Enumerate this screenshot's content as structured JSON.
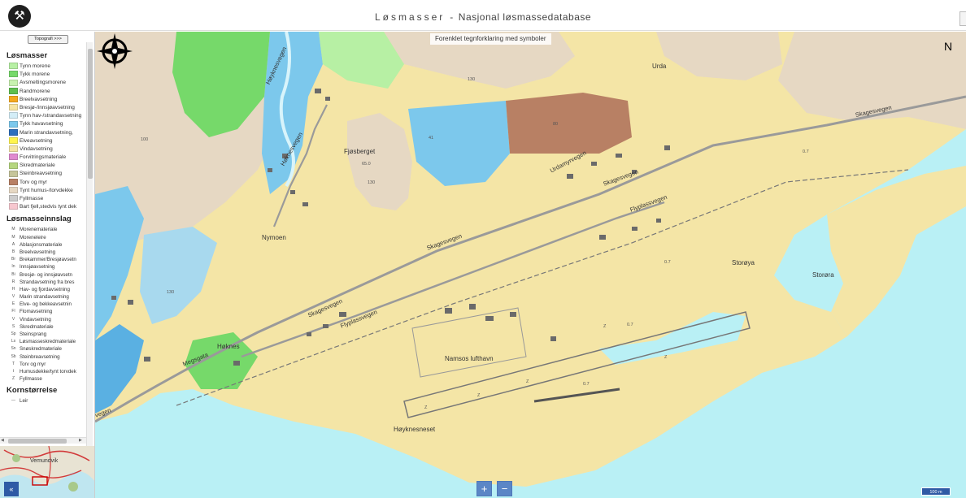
{
  "header": {
    "logo_glyph": "⚒",
    "title_main": "Løsmasser",
    "title_separator": "-",
    "title_sub": "Nasjonal løsmassedatabase"
  },
  "panel": {
    "toggle_button": "Topografi >>>",
    "sections": {
      "losmasser": "Løsmasser",
      "innslag": "Løsmasseinnslag",
      "kornstorrelse": "Kornstørrelse"
    },
    "losmasser_items": [
      {
        "label": "Tynn morene",
        "color": "#b7f0a4"
      },
      {
        "label": "Tykk morene",
        "color": "#76d96a"
      },
      {
        "label": "Avsmeltingsmorene",
        "color": "#c8f2b0"
      },
      {
        "label": "Randmorene",
        "color": "#5fbf4f"
      },
      {
        "label": "Breelvavsetning",
        "color": "#f5a81e"
      },
      {
        "label": "Bresjø-/innsjøavsetning",
        "color": "#f7e4a0"
      },
      {
        "label": "Tynn hav-/strandavsetning",
        "color": "#d3edf7"
      },
      {
        "label": "Tykk havavsetning",
        "color": "#7cc8ec"
      },
      {
        "label": "Marin strandavsetning,",
        "color": "#2d6fbe"
      },
      {
        "label": "Elveavsetning",
        "color": "#fff44c"
      },
      {
        "label": "Vindavsetning",
        "color": "#f4e5a6"
      },
      {
        "label": "Forvitringsmateriale",
        "color": "#e08ad0"
      },
      {
        "label": "Skredmateriale",
        "color": "#b5d67e"
      },
      {
        "label": "Steinbreavsetning",
        "color": "#c6c59a"
      },
      {
        "label": "Torv og myr",
        "color": "#b88064"
      },
      {
        "label": "Tynt humus-/torvdekke",
        "color": "#e6d8c3"
      },
      {
        "label": "Fyllmasse",
        "color": "#cccccc"
      },
      {
        "label": "Bart fjell,stedvis tynt dek",
        "color": "#f7c7cf"
      }
    ],
    "innslag_items": [
      {
        "symbol": "M",
        "label": "Morenemateriale"
      },
      {
        "symbol": "M",
        "label": "Moreneleire"
      },
      {
        "symbol": "A",
        "label": "Ablasjonsmateriale"
      },
      {
        "symbol": "B",
        "label": "Breelvavsetning"
      },
      {
        "symbol": "Br",
        "label": "Brekammer/Bresjøavsetn"
      },
      {
        "symbol": "In",
        "label": "Innsjøavsetning"
      },
      {
        "symbol": "Bi",
        "label": "Bresjø- og innsjøavsetn"
      },
      {
        "symbol": "R",
        "label": "Strandavsetning fra bres"
      },
      {
        "symbol": "H",
        "label": "Hav- og fjordavsetning"
      },
      {
        "symbol": "V",
        "label": "Marin strandavsetning"
      },
      {
        "symbol": "E",
        "label": "Elve- og bekkeavsetnin"
      },
      {
        "symbol": "Fl",
        "label": "Flomavsetning"
      },
      {
        "symbol": "V",
        "label": "Vindavsetning"
      },
      {
        "symbol": "S",
        "label": "Skredmateriale"
      },
      {
        "symbol": "Sp",
        "label": "Steinsprang"
      },
      {
        "symbol": "Ls",
        "label": "Løsmasseskredmateriale"
      },
      {
        "symbol": "Sn",
        "label": "Snøskredmateriale"
      },
      {
        "symbol": "Sb",
        "label": "Steinbreavsetning"
      },
      {
        "symbol": "T",
        "label": "Torv og myr"
      },
      {
        "symbol": "t",
        "label": "Humusdekke/tynt torvdek"
      },
      {
        "symbol": "Z",
        "label": "Fyllmasse"
      }
    ],
    "korn_items": [
      {
        "symbol": "—",
        "label": "Leir"
      }
    ],
    "overview_label": "Vemundvik",
    "overview_button": "«"
  },
  "map": {
    "legend_link": "Forenklet tegnforklaring med symboler",
    "north_label": "N",
    "zoom_in": "+",
    "zoom_out": "−",
    "scale_label": "100 m",
    "places": [
      {
        "label": "Fjøsberget"
      },
      {
        "label": "Nymoen"
      },
      {
        "label": "Urda"
      },
      {
        "label": "Høknes"
      },
      {
        "label": "Namsos lufthavn"
      },
      {
        "label": "Høyknesneset"
      },
      {
        "label": "Storøya"
      },
      {
        "label": "Storøra"
      }
    ],
    "roads": [
      {
        "label": "Skagesvegen"
      },
      {
        "label": "Skagesvegen"
      },
      {
        "label": "Skagesvegen"
      },
      {
        "label": "Skagesvegen"
      },
      {
        "label": "Flyplassvegen"
      },
      {
        "label": "Flyplassvegen"
      },
      {
        "label": "Urdamyrvegen"
      },
      {
        "label": "Høyknesvegen"
      },
      {
        "label": "Høknesvegen"
      },
      {
        "label": "Megsgata"
      },
      {
        "label": "vegen"
      }
    ],
    "numbers": [
      "65.0",
      "130",
      "100",
      "130",
      "41",
      "80",
      "130",
      "0.7",
      "0.7",
      "0.7",
      "0.7",
      "Z",
      "Z",
      "Z",
      "Z",
      "Z"
    ],
    "colors": {
      "sea": "#b9f0f5",
      "sand": "#f4e5a6",
      "bedrock": "#e6d8c3",
      "thick_marine": "#7cc8ec",
      "peat": "#b88064",
      "moraine": "#76d96a",
      "roads": "#9a9a9a"
    }
  }
}
